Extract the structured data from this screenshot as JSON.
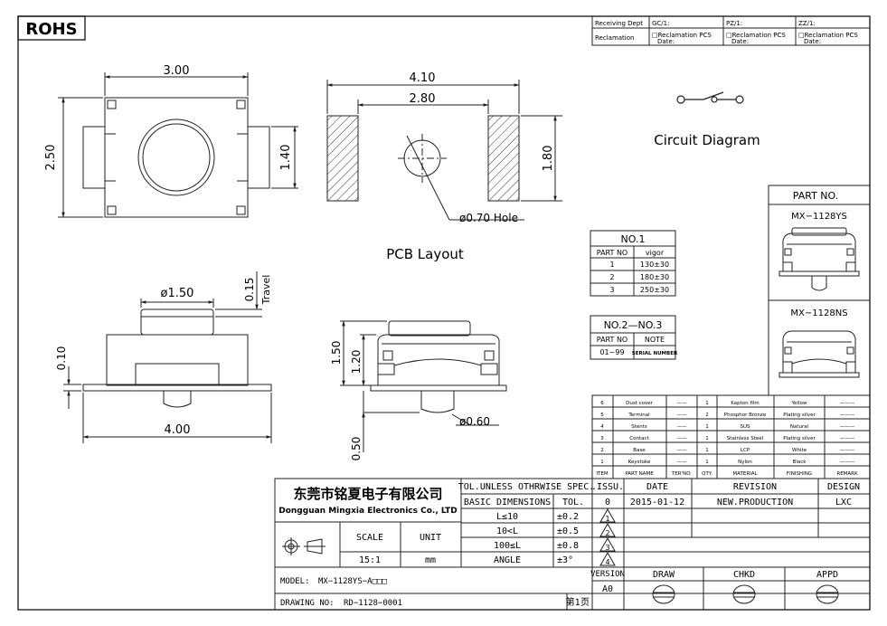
{
  "rohs": "ROHS",
  "receiving": {
    "dept_label": "Receiving Dept",
    "reclamation_label": "Reclamation",
    "cols": [
      {
        "head": "GC/1:",
        "rec": "□Reclamation   PCS",
        "date": "Date:"
      },
      {
        "head": "PZ/1:",
        "rec": "□Reclamation   PCS",
        "date": "Date:"
      },
      {
        "head": "ZZ/1:",
        "rec": "□Reclamation   PCS",
        "date": "Date:"
      }
    ]
  },
  "top_view": {
    "width": "3.00",
    "height": "2.50",
    "inner": "1.40"
  },
  "pcb": {
    "width_outer": "4.10",
    "width_inner": "2.80",
    "height": "1.80",
    "hole": "ø0.70 Hole",
    "caption": "PCB Layout"
  },
  "circuit": {
    "caption": "Circuit Diagram"
  },
  "side_view": {
    "plunger_dia": "ø1.50",
    "travel_value": "0.15",
    "travel_label": "Travel",
    "base_thk": "0.10",
    "width": "4.00"
  },
  "front_view": {
    "h1": "1.50",
    "h2": "1.20",
    "peg_dia": "ø0.60",
    "peg_len": "0.50"
  },
  "no1": {
    "title": "NO.1",
    "headers": [
      "PART NO",
      "vigor"
    ],
    "rows": [
      [
        "1",
        "130±30"
      ],
      [
        "2",
        "180±30"
      ],
      [
        "3",
        "250±30"
      ]
    ]
  },
  "no23": {
    "title": "NO.2—NO.3",
    "headers": [
      "PART NO",
      "NOTE"
    ],
    "rows": [
      [
        "01~99",
        "SERIAL NUMBER"
      ]
    ]
  },
  "part_no": {
    "title": "PART NO.",
    "variants": [
      "MX−1128YS",
      "MX−1128NS"
    ]
  },
  "bom": {
    "headers": [
      "ITEM",
      "PART NAME",
      "TER'NO.",
      "QTY.",
      "MATERIAL",
      "FINISHING",
      "REMARK"
    ],
    "rows": [
      [
        "6",
        "Dust cover",
        "——",
        "1",
        "Kapton film",
        "Yellow",
        "———"
      ],
      [
        "5",
        "Terminal",
        "——",
        "2",
        "Phosphor Bronze",
        "Plating silver",
        "———"
      ],
      [
        "4",
        "Stents",
        "——",
        "1",
        "SUS",
        "Natural",
        "———"
      ],
      [
        "3",
        "Contact",
        "——",
        "1",
        "Stainless Steel",
        "Plating silver",
        "———"
      ],
      [
        "2",
        "Base",
        "——",
        "1",
        "LCP",
        "White",
        "———"
      ],
      [
        "1",
        "Keystoke",
        "——",
        "1",
        "Nylon",
        "Black",
        "———"
      ]
    ]
  },
  "title_block": {
    "company_cn": "东莞市铭夏电子有限公司",
    "company_en": "Dongguan Mingxia Electronics Co., LTD",
    "tol_title": "TOL.UNLESS OTHRWISE SPEC.",
    "basic_dim": "BASIC DIMENSIONS",
    "tol": "TOL.",
    "tol_rows": [
      [
        "L≤10",
        "±0.2"
      ],
      [
        "10<L",
        "±0.5"
      ],
      [
        "100≤L",
        "±0.8"
      ],
      [
        "ANGLE",
        "±3°"
      ]
    ],
    "scale_label": "SCALE",
    "unit_label": "UNIT",
    "scale": "15:1",
    "unit": "mm",
    "issu": ".ISSU.",
    "date_label": "DATE",
    "revision_label": "REVISION",
    "design_label": "DESIGN",
    "issue_no": "0",
    "date": "2015-01-12",
    "revision": "NEW.PRODUCTION",
    "design": "LXC",
    "triangles": [
      "1",
      "2",
      "3",
      "4"
    ],
    "version_label": "VERSION",
    "version": "A0",
    "draw": "DRAW",
    "chkd": "CHKD",
    "appd": "APPD",
    "model_label": "MODEL:",
    "model": "MX−1128YS−A□□□",
    "drawing_label": "DRAWING NO:",
    "drawing_no": "RD−1128−0001",
    "page": "第1页"
  }
}
